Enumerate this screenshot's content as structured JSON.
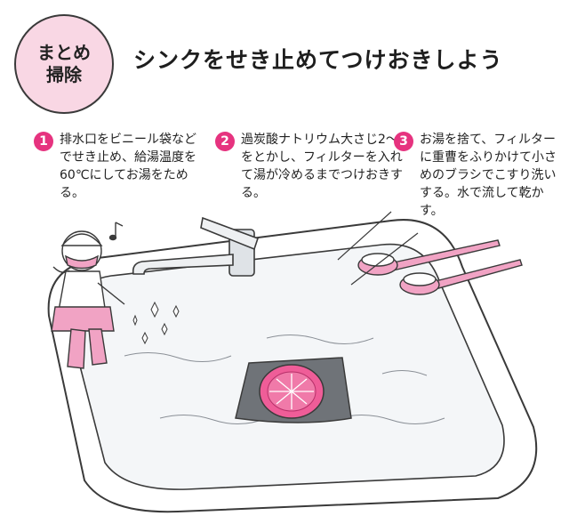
{
  "header": {
    "badge_line1": "まとめ",
    "badge_line2": "掃除",
    "title": "シンクをせき止めてつけおきしよう"
  },
  "steps": [
    {
      "number": "1",
      "text": "排水口をビニール袋などでせき止め、給湯温度を60℃にしてお湯をためる。"
    },
    {
      "number": "2",
      "text": "過炭酸ナトリウム大さじ2〜3をとかし、フィルターを入れて湯が冷めるまでつけおきする。"
    },
    {
      "number": "3",
      "text": "お湯を捨て、フィルターに重曹をふりかけて小さめのブラシでこすり洗いする。水で流して乾かす。"
    }
  ],
  "colors": {
    "accent": "#e6337f",
    "badge_fill": "#f9d7e4",
    "powder_pink": "#f1a3c4",
    "line": "#3a3a3a"
  },
  "icons": [
    "drain-filter-icon",
    "measuring-spoon-icon",
    "faucet-icon",
    "music-note-icon",
    "sparkle-icon"
  ]
}
